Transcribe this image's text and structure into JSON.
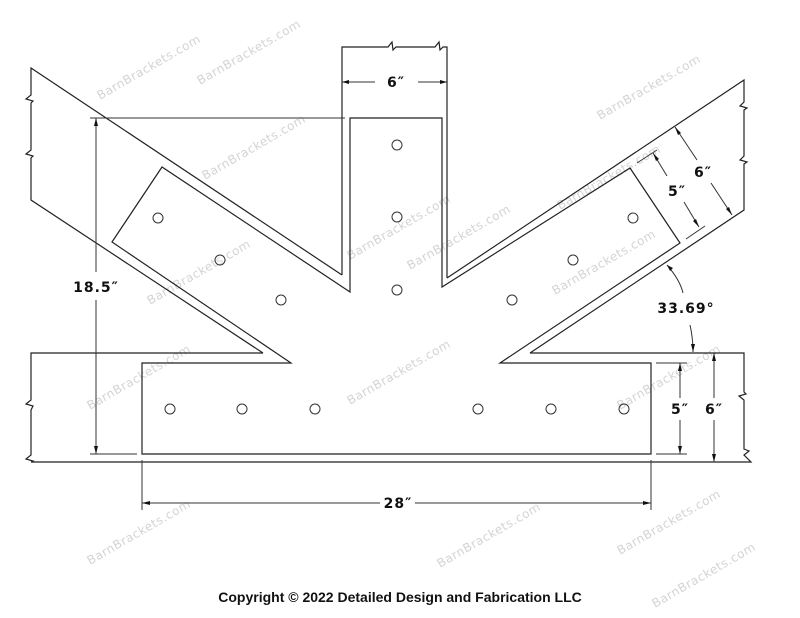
{
  "drawing": {
    "watermark": "BarnBrackets.com",
    "dimensions": {
      "post_width": "6″",
      "total_height": "18.5″",
      "arm_plate_width": "5″",
      "arm_timber_width": "6″",
      "brace_angle": "33.69°",
      "bottom_plate_width": "5″",
      "bottom_timber_width": "6″",
      "total_length": "28″"
    },
    "hole_count": 15
  },
  "footer": {
    "copyright": "Copyright © 2022 Detailed Design and Fabrication LLC"
  },
  "colors": {
    "line": "#222222",
    "watermark": "#d4d4d4"
  }
}
